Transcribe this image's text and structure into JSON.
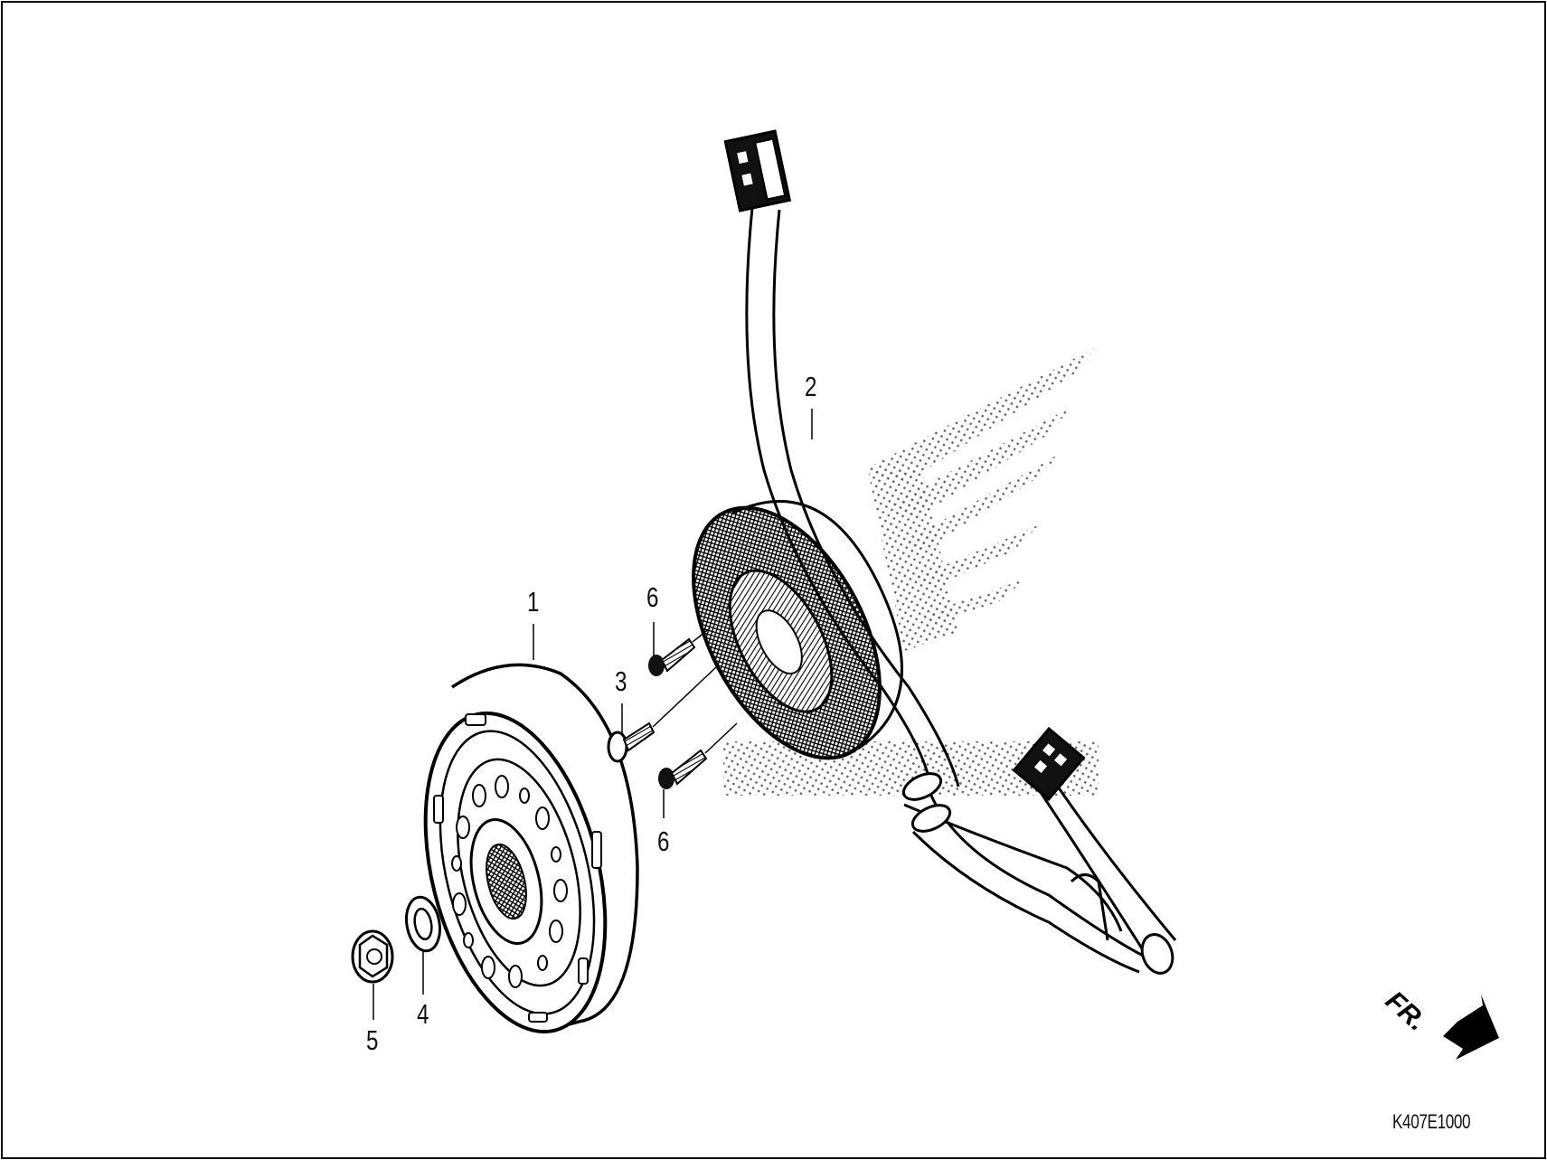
{
  "diagram": {
    "type": "exploded parts diagram",
    "subject": "alternator flywheel and stator assembly",
    "callouts": [
      {
        "id": "1",
        "label": "1",
        "part": "flywheel"
      },
      {
        "id": "2",
        "label": "2",
        "part": "stator"
      },
      {
        "id": "3",
        "label": "3",
        "part": "flange bolt (wire clamp)"
      },
      {
        "id": "4",
        "label": "4",
        "part": "washer"
      },
      {
        "id": "5",
        "label": "5",
        "part": "flange nut"
      },
      {
        "id": "6a",
        "label": "6",
        "part": "stator bolt (upper)"
      },
      {
        "id": "6b",
        "label": "6",
        "part": "stator bolt (lower)"
      }
    ],
    "direction_indicator": {
      "label": "FR.",
      "icon": "arrow-down-right-icon"
    },
    "figure_code": "K407E1000",
    "watermark": "winged logo (dotted)",
    "colors": {
      "ink": "#000000",
      "background": "#ffffff",
      "halftone": "#555555"
    }
  }
}
